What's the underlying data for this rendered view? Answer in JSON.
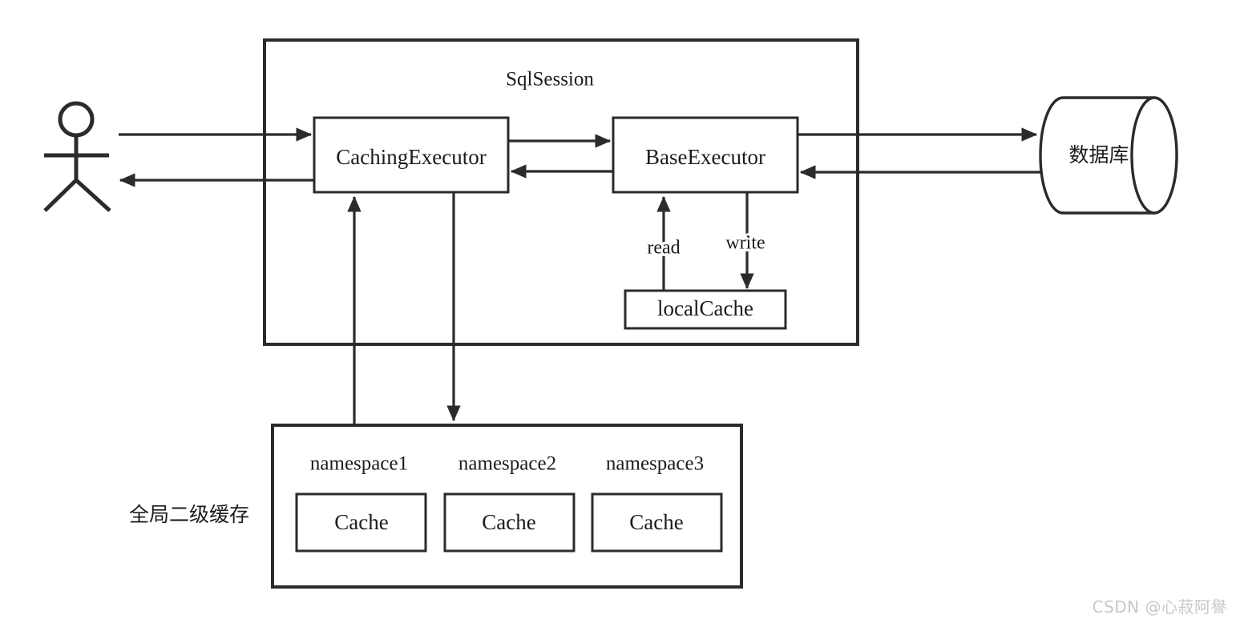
{
  "diagram": {
    "title": "SqlSession",
    "actor": {
      "name": "user-actor",
      "icon": "stick-figure-icon"
    },
    "sqlsession": {
      "label": "SqlSession",
      "nodes": {
        "caching_executor": "CachingExecutor",
        "base_executor": "BaseExecutor",
        "local_cache": "localCache"
      },
      "edge_labels": {
        "read": "read",
        "write": "write"
      }
    },
    "database": {
      "label": "数据库",
      "icon": "database-cylinder-icon"
    },
    "global_cache": {
      "label": "全局二级缓存",
      "namespaces": [
        {
          "name": "namespace1",
          "cache_label": "Cache"
        },
        {
          "name": "namespace2",
          "cache_label": "Cache"
        },
        {
          "name": "namespace3",
          "cache_label": "Cache"
        }
      ]
    },
    "colors": {
      "stroke": "#2b2b2b",
      "text": "#1c1c1c",
      "background": "#ffffff",
      "watermark": "#c8c8c8"
    }
  },
  "watermark": {
    "text": "CSDN @心菽阿譽"
  }
}
